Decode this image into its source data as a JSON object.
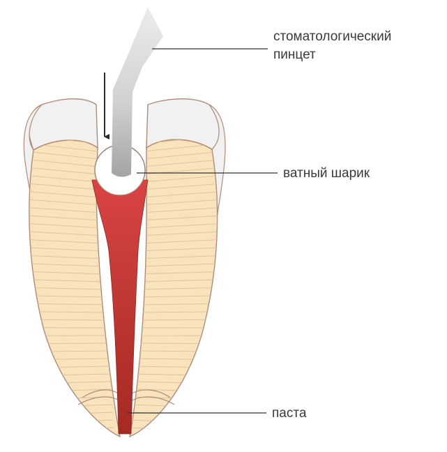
{
  "labels": {
    "tweezers_line1": "стоматологический",
    "tweezers_line2": "пинцет",
    "cotton_ball": "ватный шарик",
    "paste": "паста"
  },
  "colors": {
    "dentin": "#f8e3bd",
    "dentin_lines": "#d9c29a",
    "enamel": "#f1f1f1",
    "outline": "#b08a78",
    "paste_top": "#d94444",
    "paste_bottom": "#a52a22",
    "tweezers_top": "#e3e3e3",
    "tweezers_bottom": "#a9a9a9",
    "leader_line": "#333333"
  }
}
